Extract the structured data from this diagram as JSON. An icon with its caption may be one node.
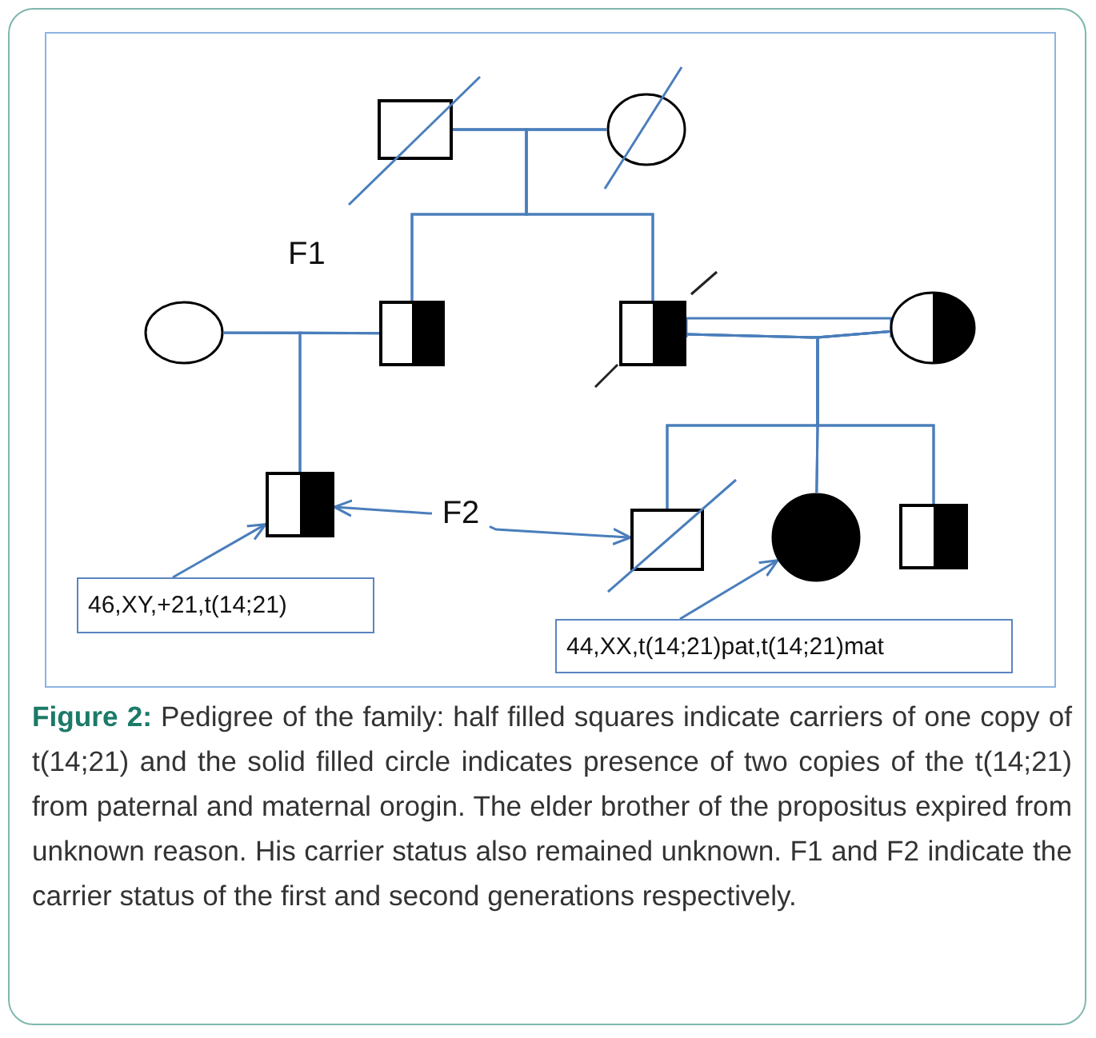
{
  "diagram": {
    "caption": "**Figure 2:** Pedigree of the family: half filled squares indicate carriers of one copy of t(14;21) and the solid filled circle indicates presence of two copies of the t(14;21) from paternal and maternal orogin. The elder brother of the propositus expired from unknown reason. His carrier status also remained unknown. F1 and F2 indicate the carrier status of the first and second generations respectively.",
    "nodes": [
      {
        "text": [],
        "shape": "box"
      },
      {
        "text": [],
        "shape": "circle"
      },
      {
        "text": [],
        "shape": "circle"
      },
      {
        "text": [],
        "shape": "box"
      },
      {
        "text": [],
        "shape": "box"
      },
      {
        "text": [],
        "shape": "circle"
      },
      {
        "text": [],
        "shape": "box"
      },
      {
        "text": [
          "F2"
        ]
      },
      {
        "text": [],
        "shape": "box"
      },
      {
        "text": [],
        "shape": "circle"
      },
      {
        "text": [],
        "shape": "box"
      },
      {
        "text": [
          "46,XY,+21,t(14;21)"
        ]
      },
      {
        "text": [
          "44,XX,t(14;21)pat,t(14;21)mat"
        ]
      }
    ],
    "edges": [
      {
        "from": 0,
        "to": 1,
        "arrow": "none"
      },
      {
        "from": 0,
        "to": 3,
        "arrow": "none"
      },
      {
        "from": 0,
        "to": 4,
        "arrow": "none"
      },
      {
        "from": 1,
        "to": 3,
        "arrow": "none"
      },
      {
        "from": 1,
        "to": 4,
        "arrow": "none"
      },
      {
        "from": 2,
        "to": 3,
        "arrow": "none"
      },
      {
        "from": 2,
        "to": 6,
        "arrow": "none"
      },
      {
        "from": 3,
        "to": 6,
        "arrow": "none"
      },
      {
        "from": 4,
        "to": 5,
        "arrow": "none"
      },
      {
        "from": 4,
        "to": 8,
        "arrow": "none"
      },
      {
        "from": 4,
        "to": 9,
        "arrow": "none"
      },
      {
        "from": 4,
        "to": 10,
        "arrow": "none"
      },
      {
        "from": 5,
        "to": 8,
        "arrow": "none"
      },
      {
        "from": 5,
        "to": 9,
        "arrow": "none"
      },
      {
        "from": 5,
        "to": 10,
        "arrow": "none"
      },
      {
        "from": 7,
        "to": 6,
        "arrow": "to"
      },
      {
        "from": 7,
        "to": 8,
        "arrow": "to"
      },
      {
        "from": 11,
        "to": 6,
        "arrow": "to"
      },
      {
        "from": 12,
        "to": 9,
        "arrow": "to"
      }
    ],
    "labels": [
      "F1"
    ]
  }
}
